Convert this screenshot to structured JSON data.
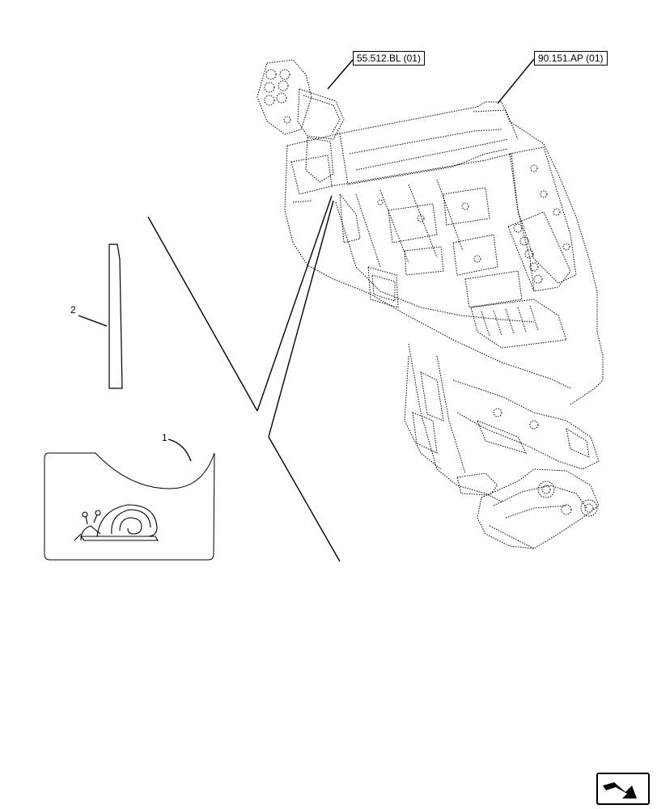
{
  "references": {
    "ref_left": "55.512.BL (01)",
    "ref_right": "90.151.AP (01)"
  },
  "items": {
    "item_1": "1",
    "item_2": "2"
  },
  "icons": {
    "decal_symbol": "snail-icon",
    "navigation": "next-page-arrow-icon"
  },
  "colors": {
    "line": "#000000",
    "background": "#ffffff"
  }
}
